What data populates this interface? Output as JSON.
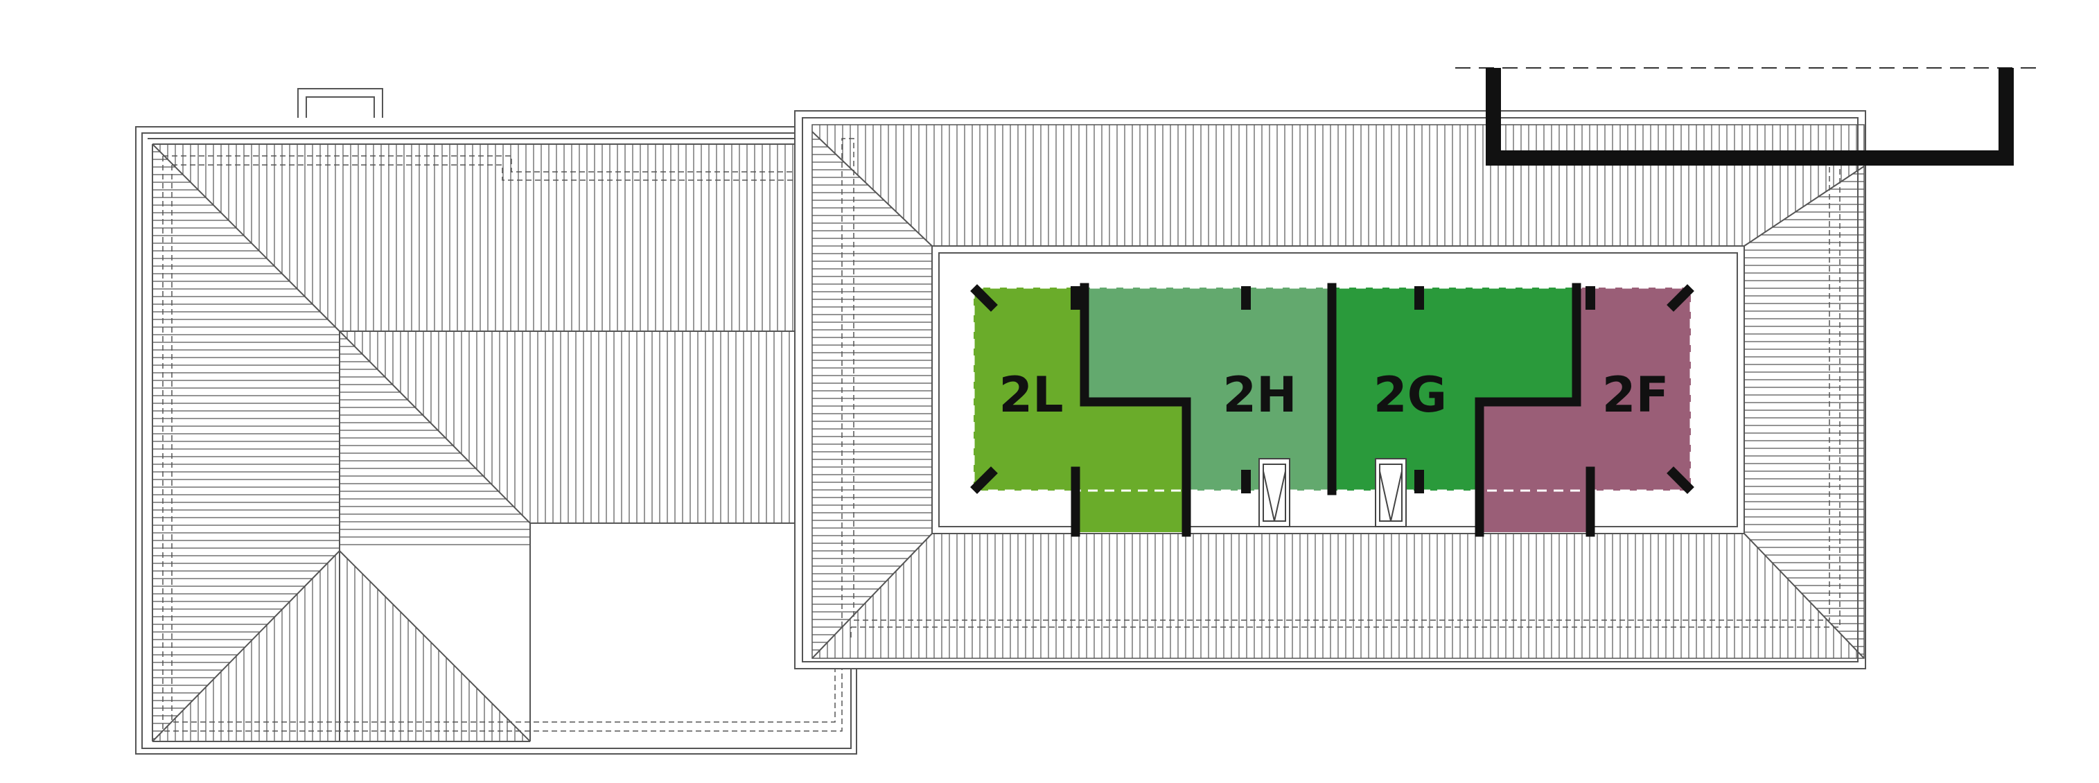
{
  "units": [
    {
      "id": "2L",
      "label": "2L",
      "color": "#6aac2a"
    },
    {
      "id": "2H",
      "label": "2H",
      "color": "#63a96e"
    },
    {
      "id": "2G",
      "label": "2G",
      "color": "#2a9a3b"
    },
    {
      "id": "2F",
      "label": "2F",
      "color": "#9a5e77"
    }
  ],
  "colors": {
    "line": "#555555",
    "wall": "#111111",
    "background": "#ffffff"
  }
}
